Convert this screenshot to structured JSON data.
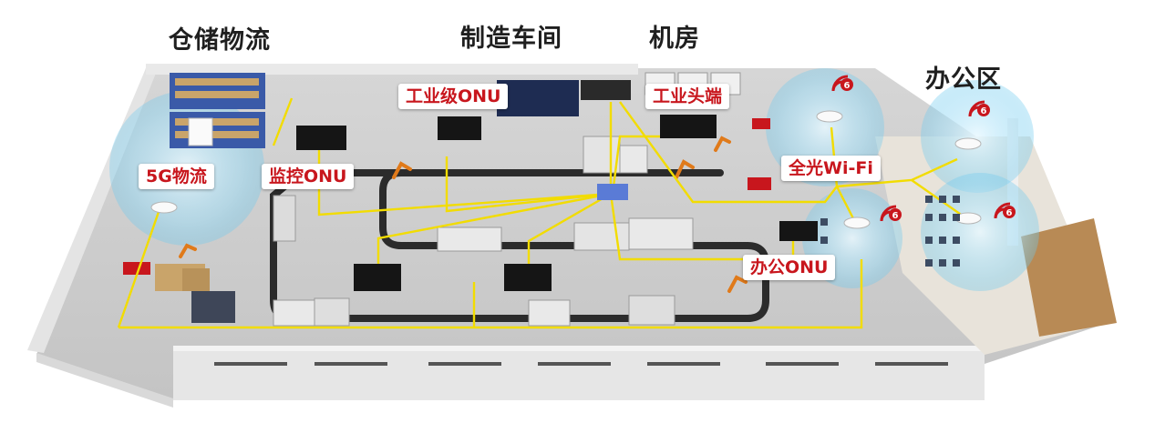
{
  "zones": {
    "warehouse": "仓储物流",
    "workshop": "制造车间",
    "server_room": "机房",
    "office": "办公区"
  },
  "callouts": {
    "industrial_onu": "工业级ONU",
    "industrial_head": "工业头端",
    "logistics_5g": "5G物流",
    "monitor_onu": "监控ONU",
    "all_optical_wifi": "全光Wi-Fi",
    "office_onu": "办公ONU"
  },
  "wifi_badge": "6",
  "colors": {
    "cable": "#f2dc00",
    "accent_red": "#c8161d",
    "coverage": "#7fd3f3",
    "floor": "#c9c9c9",
    "wall": "#e6e6e6"
  }
}
